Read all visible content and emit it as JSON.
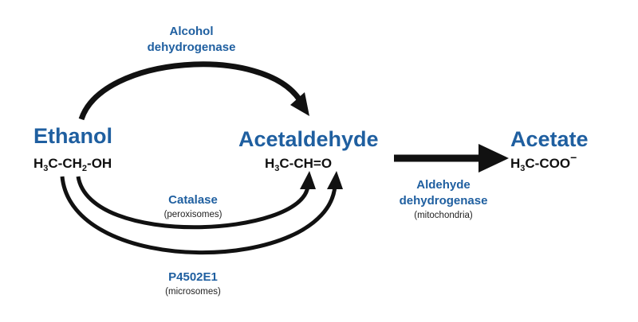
{
  "colors": {
    "label_blue": "#1f5fa0",
    "arrow": "#111111",
    "formula": "#111111"
  },
  "nodes": {
    "ethanol": {
      "name": "Ethanol",
      "formula": {
        "p1": "H",
        "s1": "3",
        "p2": "C-CH",
        "s2": "2",
        "p3": "-OH"
      }
    },
    "acetaldehyde": {
      "name": "Acetaldehyde",
      "formula": {
        "p1": "H",
        "s1": "3",
        "p2": "C-CH=O"
      }
    },
    "acetate": {
      "name": "Acetate",
      "formula": {
        "p1": "H",
        "s1": "3",
        "p2": "C-COO",
        "sup": "−"
      }
    }
  },
  "enzymes": {
    "adh": {
      "line1": "Alcohol",
      "line2": "dehydrogenase"
    },
    "catalase": {
      "name": "Catalase",
      "location": "(peroxisomes)"
    },
    "p450": {
      "name": "P4502E1",
      "location": "(microsomes)"
    },
    "aldh": {
      "line1": "Aldehyde",
      "line2": "dehydrogenase",
      "location": "(mitochondria)"
    }
  }
}
